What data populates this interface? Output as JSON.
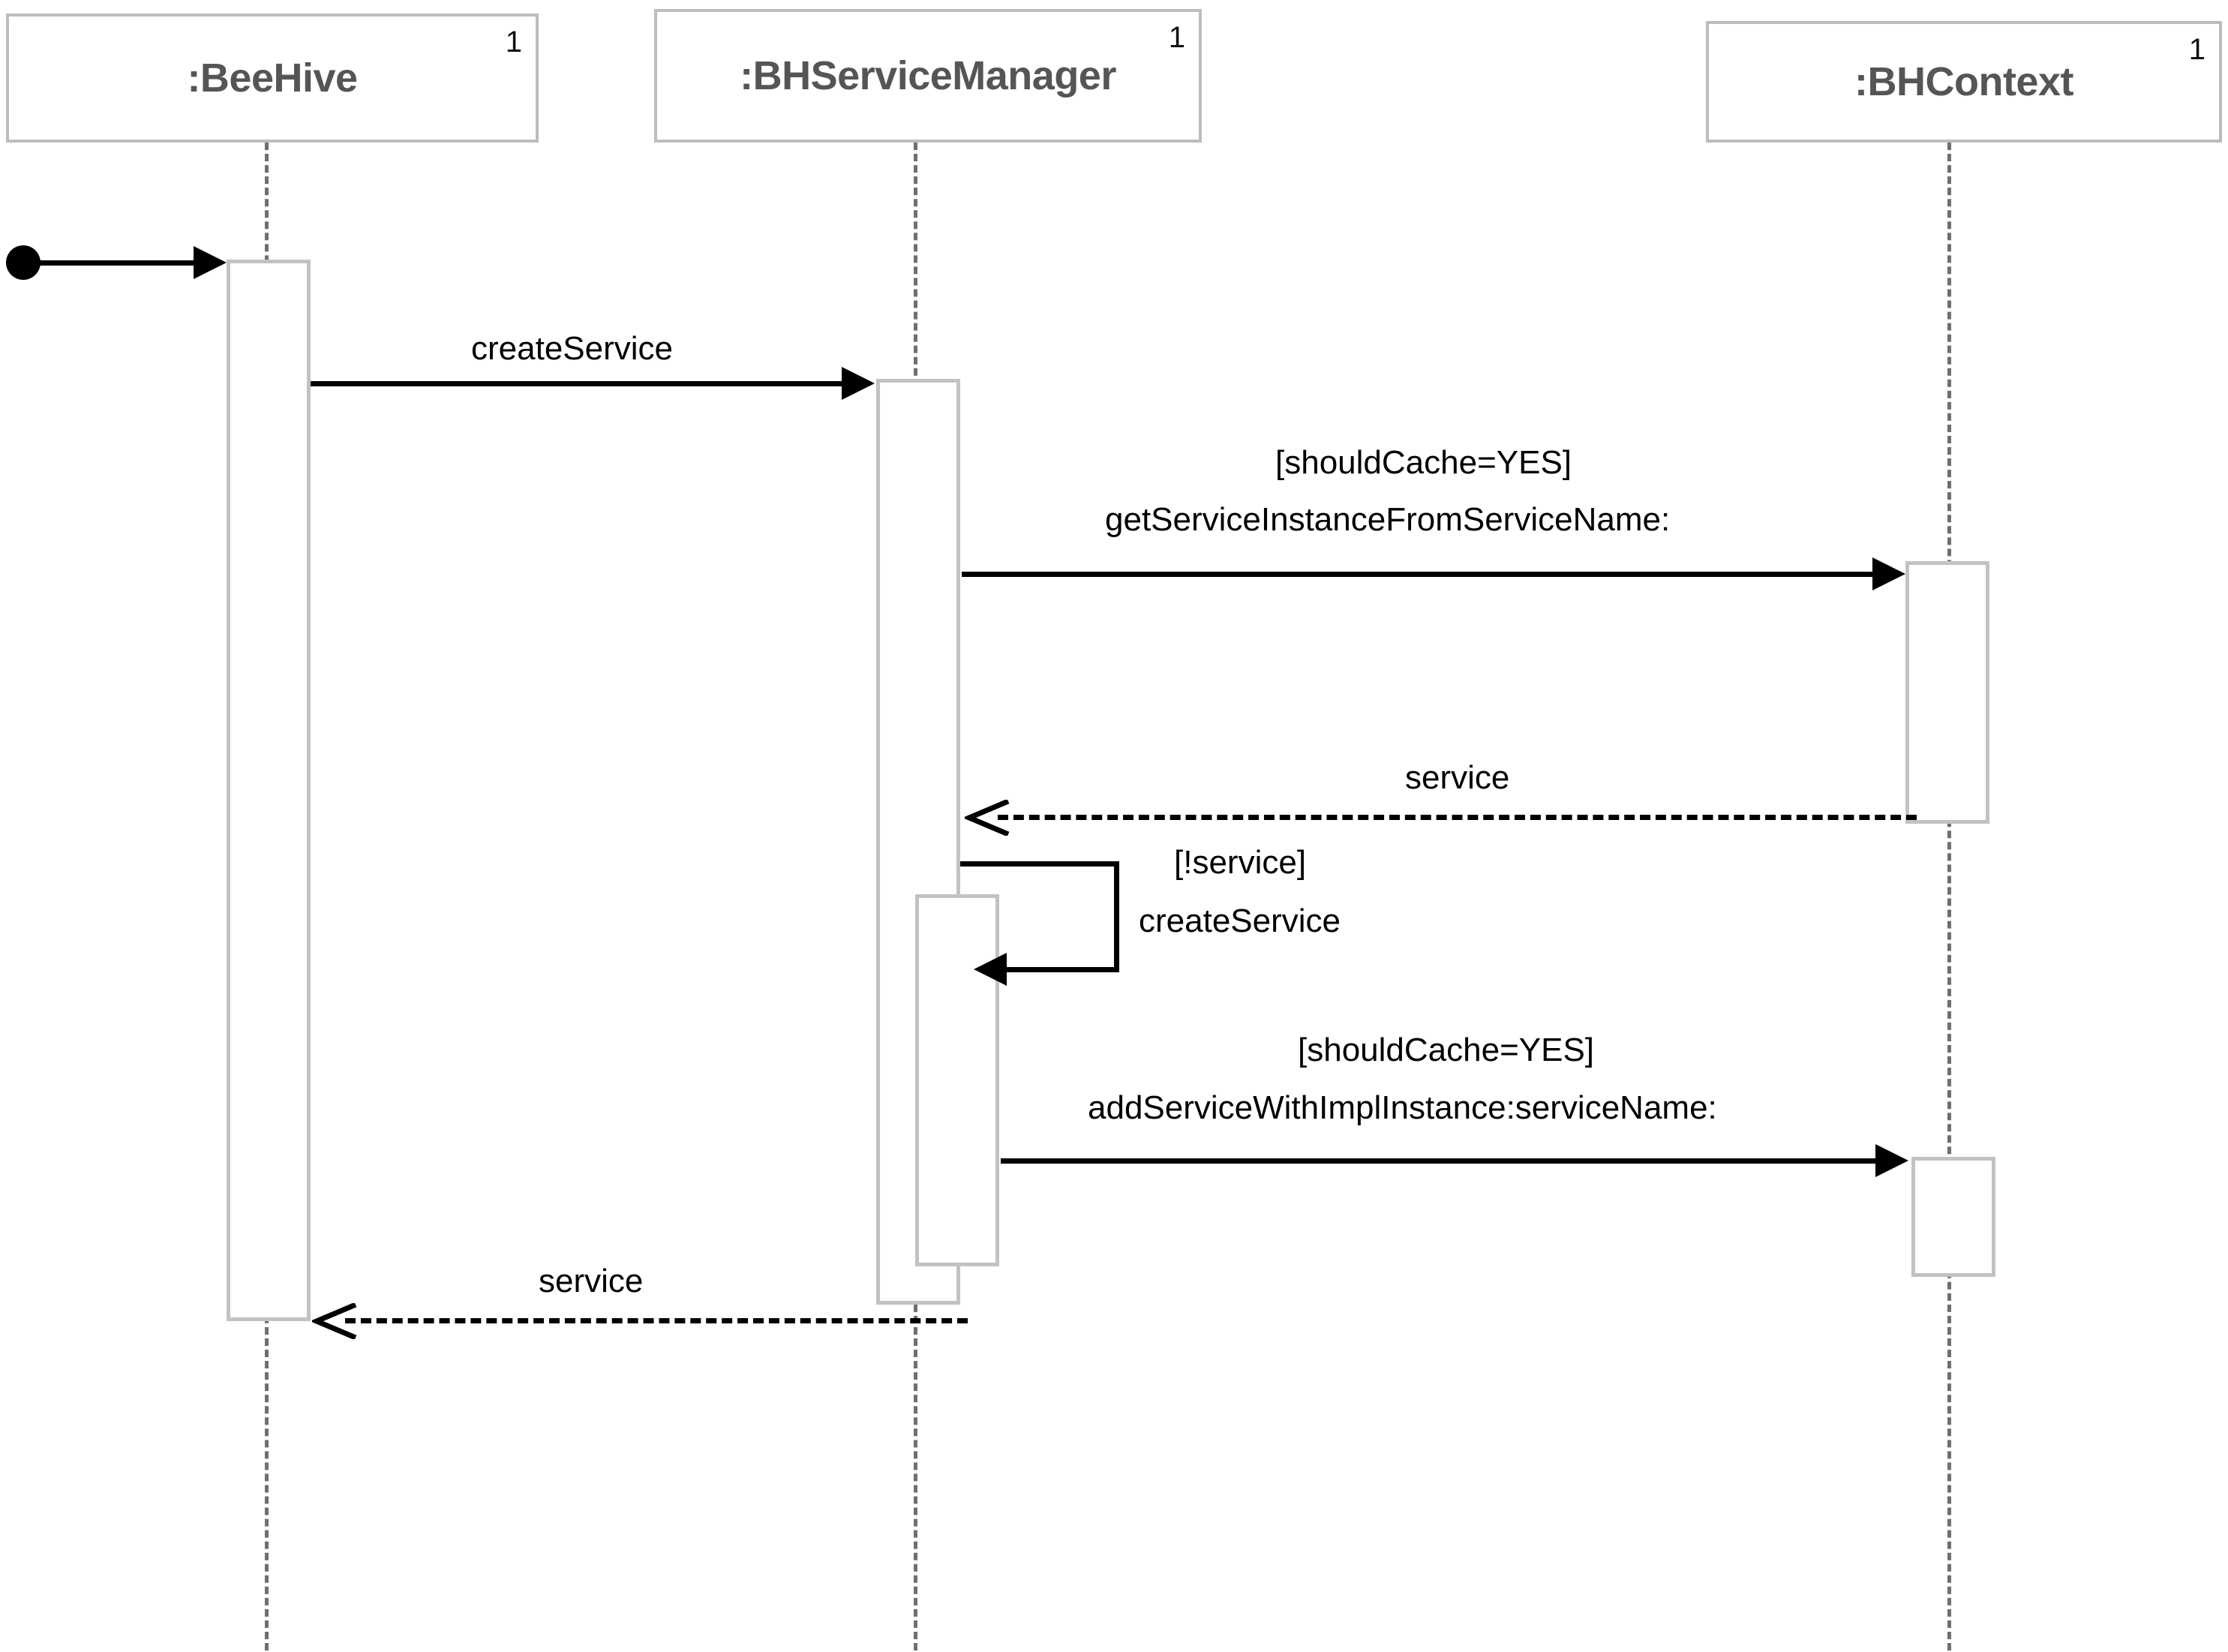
{
  "diagram": {
    "type": "uml-sequence-diagram",
    "title": "BeeHive createService sequence",
    "background_color": "#ffffff",
    "lifeline_border_color": "#bdbdbd",
    "lifeline_text_color": "#555555",
    "activation_border_color": "#c2c2c2",
    "message_color": "#000000",
    "dash_color": "#6f6f6f"
  },
  "lifelines": [
    {
      "id": "beehive",
      "label": ":BeeHive",
      "multiplicity": "1"
    },
    {
      "id": "bhservicemanager",
      "label": ":BHServiceManager",
      "multiplicity": "1"
    },
    {
      "id": "bhcontext",
      "label": ":BHContext",
      "multiplicity": "1"
    }
  ],
  "messages": [
    {
      "id": "found-message",
      "kind": "found",
      "from": "start-point",
      "to": "beehive",
      "label": "",
      "style": "solid"
    },
    {
      "id": "create-service",
      "kind": "call",
      "from": "beehive",
      "to": "bhservicemanager",
      "guard": "",
      "label": "createService",
      "style": "solid"
    },
    {
      "id": "get-service-instance",
      "kind": "call",
      "from": "bhservicemanager",
      "to": "bhcontext",
      "guard": "[shouldCache=YES]",
      "label": "getServiceInstanceFromServiceName:",
      "style": "solid"
    },
    {
      "id": "service-return-context",
      "kind": "return",
      "from": "bhcontext",
      "to": "bhservicemanager",
      "guard": "",
      "label": "service",
      "style": "dashed"
    },
    {
      "id": "create-service-self",
      "kind": "self-call",
      "from": "bhservicemanager",
      "to": "bhservicemanager",
      "guard": "[!service]",
      "label": "createService",
      "style": "solid"
    },
    {
      "id": "add-service-with-impl",
      "kind": "call",
      "from": "bhservicemanager",
      "to": "bhcontext",
      "guard": "[shouldCache=YES]",
      "label": "addServiceWithImplInstance:serviceName:",
      "style": "solid"
    },
    {
      "id": "service-return-beehive",
      "kind": "return",
      "from": "bhservicemanager",
      "to": "beehive",
      "guard": "",
      "label": "service",
      "style": "dashed"
    }
  ]
}
